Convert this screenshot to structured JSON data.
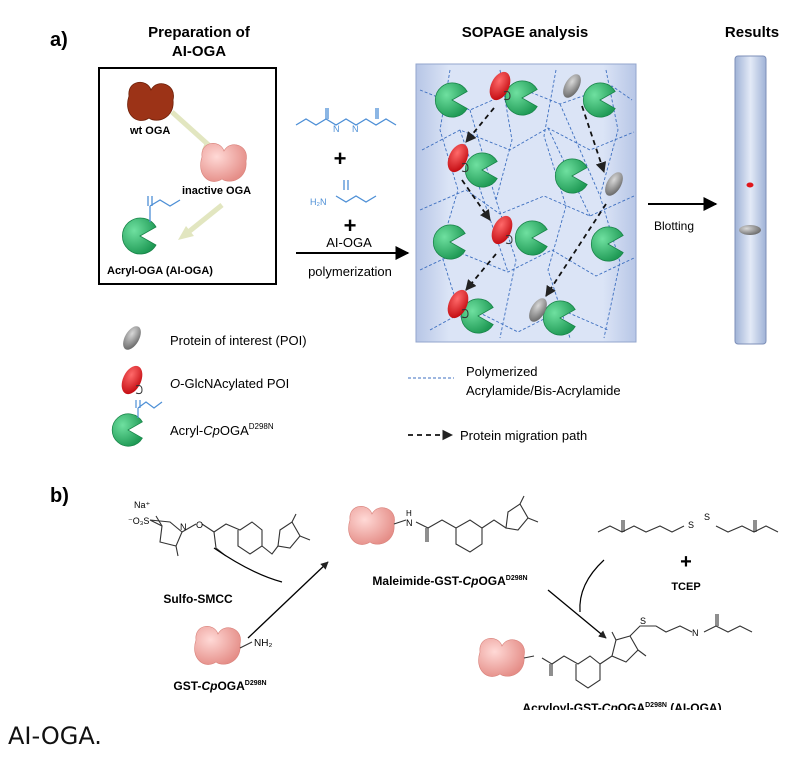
{
  "panel_a": {
    "letter": "a)",
    "prep_title_1": "Preparation of",
    "prep_title_2": "AI-OGA",
    "sopage_title": "SOPAGE analysis",
    "results_title": "Results",
    "wt_label": "wt OGA",
    "inactive_label": "inactive OGA",
    "acryl_label": "Acryl-OGA (AI-OGA)",
    "plus": "+",
    "h2n": "H₂N",
    "aioga_label": "AI-OGA",
    "polymerization_label": "polymerization",
    "blotting_label": "Blotting",
    "legend": {
      "poi": "Protein of interest (POI)",
      "oglc_prefix": "O",
      "oglc_rest": "-GlcNAcylated POI",
      "acryl_prefix": "Acryl-",
      "acryl_italic": "Cp",
      "acryl_main": "OGA",
      "acryl_sup": "D298N",
      "polymer_1": "Polymerized",
      "polymer_2": "Acrylamide/Bis-Acrylamide",
      "migration": "Protein migration path"
    },
    "colors": {
      "green": "#2db36a",
      "red": "#e0161b",
      "gray": "#8a8a8a",
      "gel": "#c9d6ee",
      "chem": "#4d8fd6",
      "wt": "#a0361a",
      "inactive": "#f2b3ae"
    }
  },
  "panel_b": {
    "letter": "b)",
    "na": "Na⁺",
    "so3": "⁻O₃S",
    "sulfo_label": "Sulfo-SMCC",
    "maleimide_prefix": "Maleimide-GST-",
    "gst_prefix": "GST-",
    "acryloyl_prefix": "Acryloyl-GST-",
    "cp": "Cp",
    "oga": "OGA",
    "sup": "D298N",
    "aioga_suffix": " (AI-OGA)",
    "nh2": "NH₂",
    "nh": "N",
    "h": "H",
    "plus": "+",
    "tcep": "TCEP",
    "o": "O",
    "s": "S"
  },
  "caption": "AI-OGA."
}
